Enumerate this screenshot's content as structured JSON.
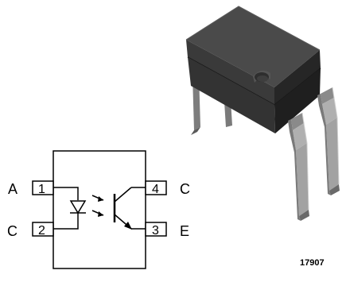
{
  "schematic": {
    "pins": [
      {
        "number": "1",
        "name": "A"
      },
      {
        "number": "2",
        "name": "C"
      },
      {
        "number": "3",
        "name": "E"
      },
      {
        "number": "4",
        "name": "C"
      }
    ]
  },
  "figure_id": "17907",
  "colors": {
    "body_top": "#4a4a4a",
    "body_side_light": "#3c3c3c",
    "body_side_dark": "#262626",
    "lead": "#9a9a9a",
    "lead_dark": "#6e6e6e",
    "lead_light": "#cfcfcf"
  }
}
